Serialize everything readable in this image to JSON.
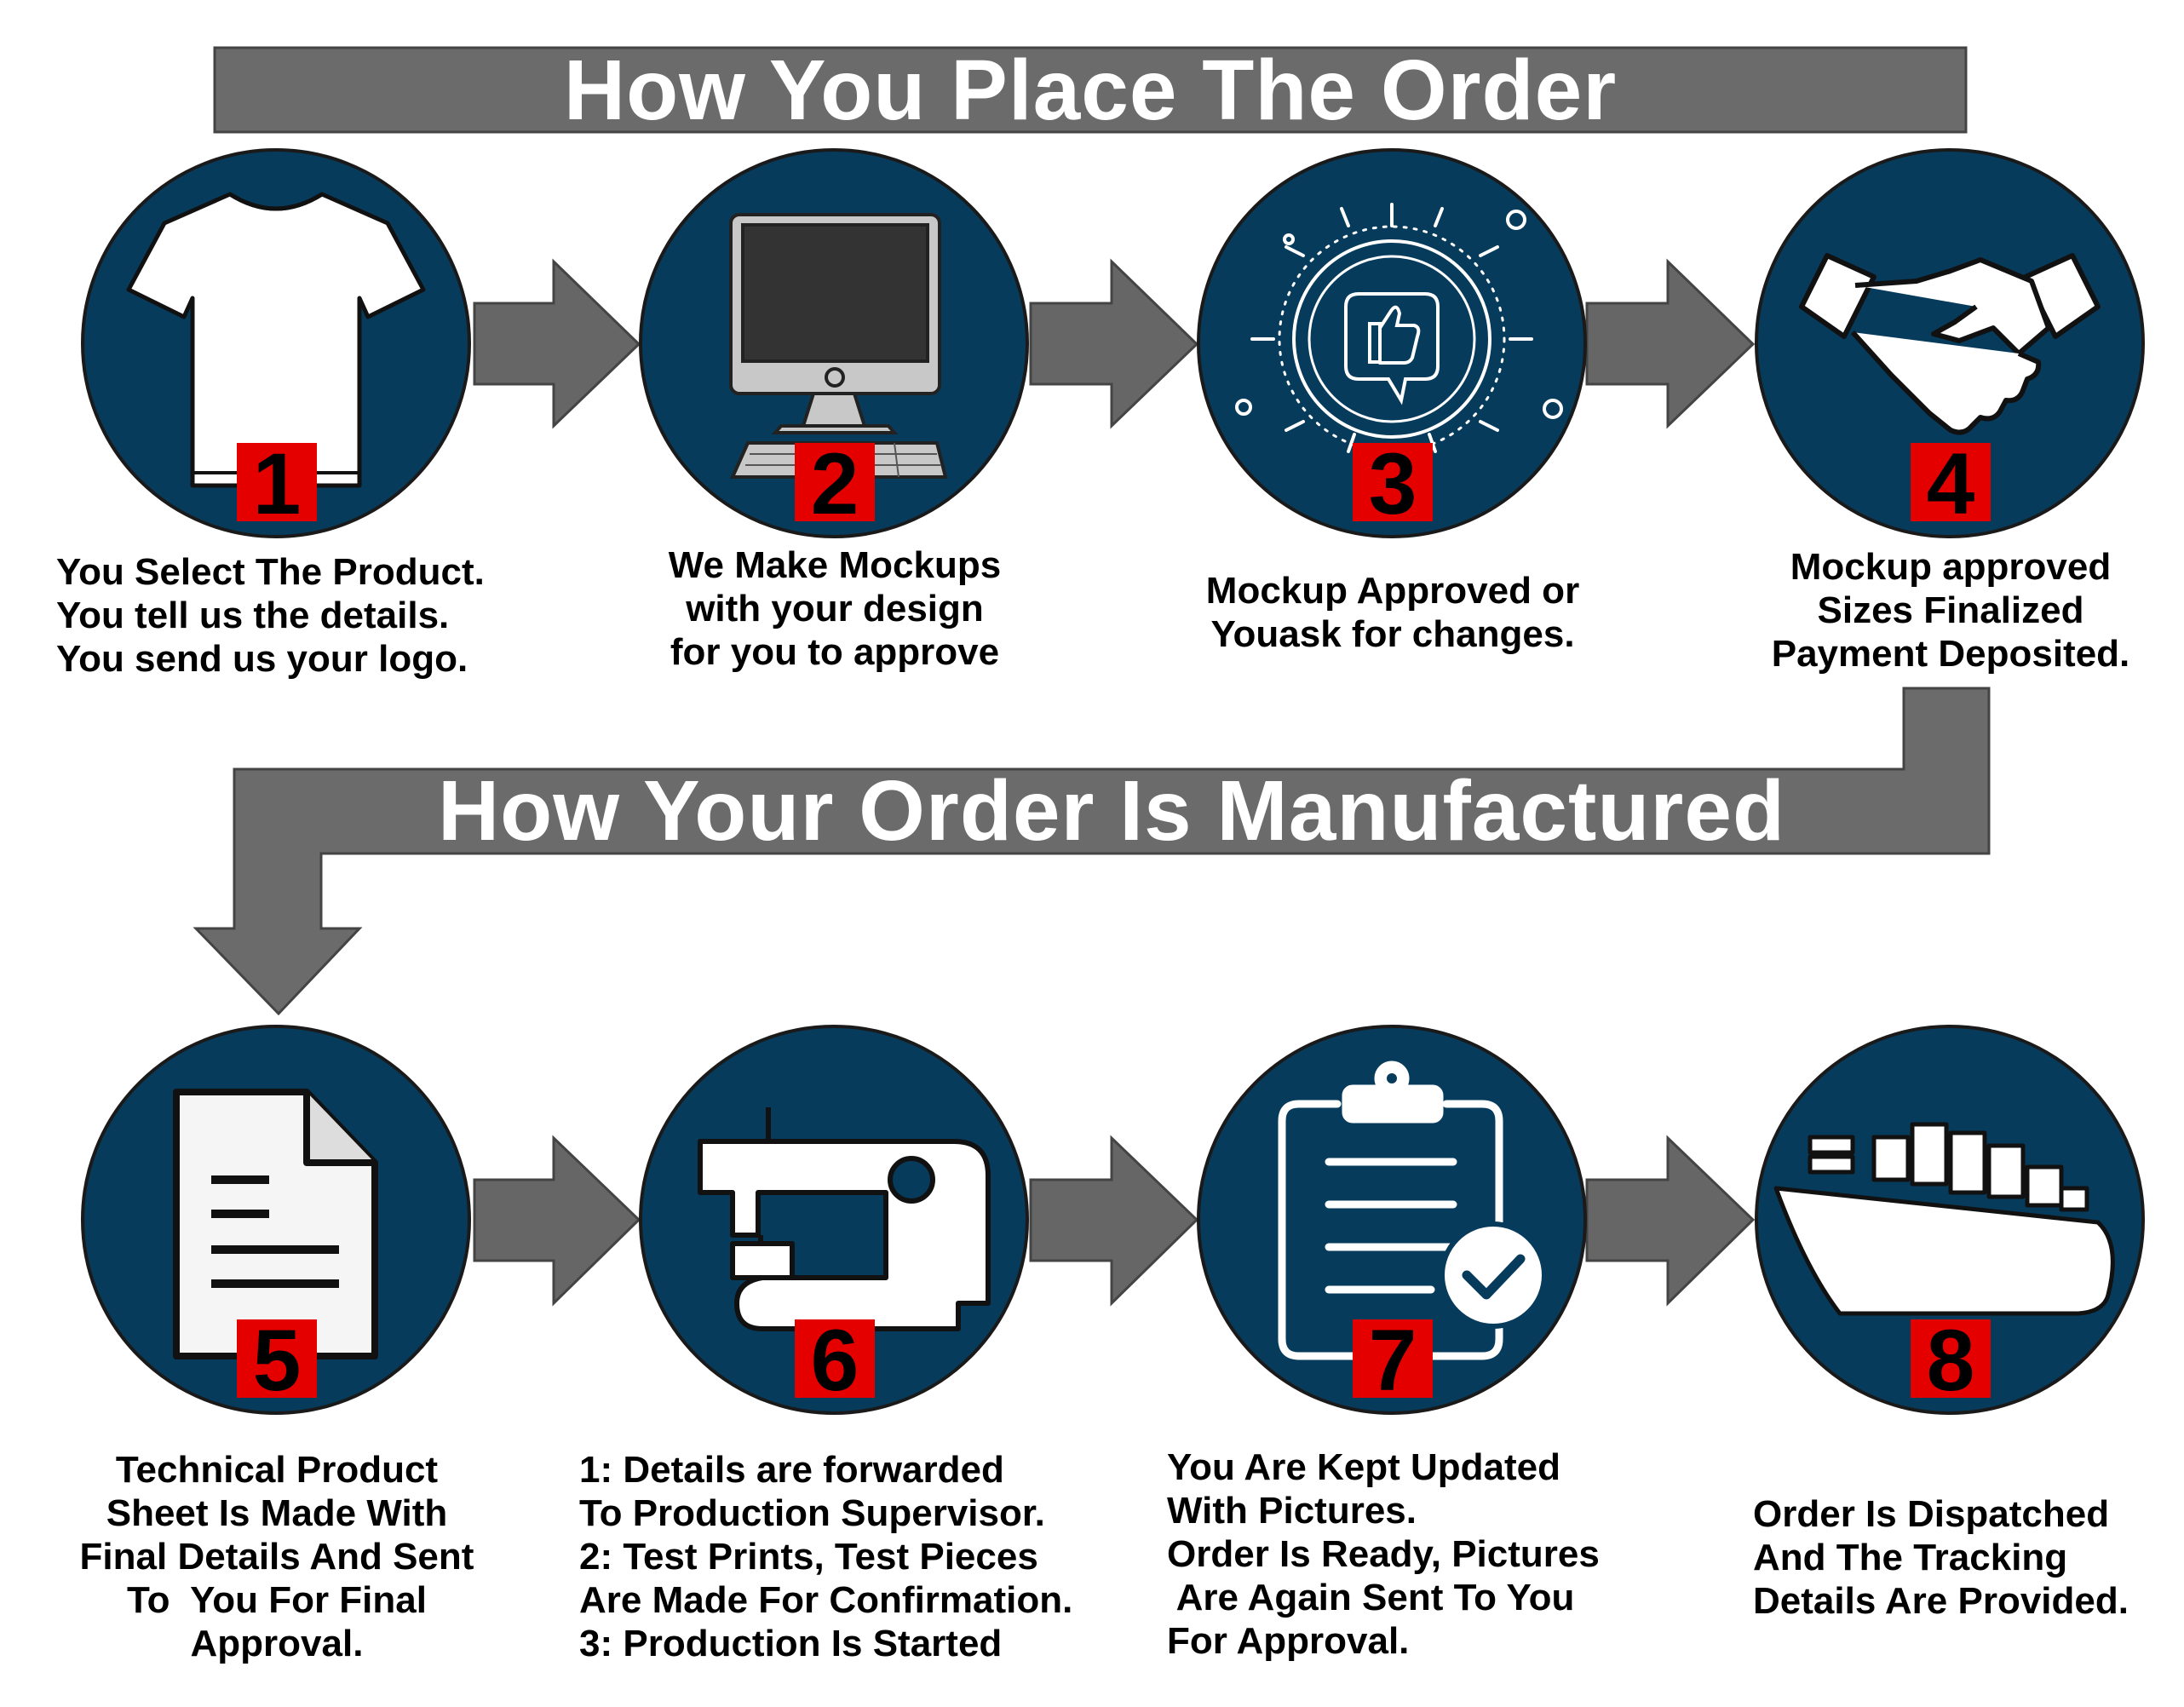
{
  "sections": {
    "top_title": "How You Place The Order",
    "bottom_title": "How Your Order Is Manufactured"
  },
  "colors": {
    "circle_fill": "#073b5c",
    "banner_fill": "#6b6b6b",
    "arrow_fill": "#666666",
    "badge_fill": "#e50000",
    "icon_fill": "#ffffff"
  },
  "steps": [
    {
      "number": "1",
      "icon": "tshirt-icon",
      "lines": [
        "You Select The Product.",
        "You tell us the details.",
        "You send us your logo."
      ]
    },
    {
      "number": "2",
      "icon": "computer-icon",
      "lines": [
        "We Make Mockups",
        "with your design",
        "for you to approve"
      ]
    },
    {
      "number": "3",
      "icon": "thumbs-up-icon",
      "lines": [
        "Mockup Approved or",
        "Youask for changes."
      ]
    },
    {
      "number": "4",
      "icon": "handshake-icon",
      "lines": [
        "Mockup approved",
        "Sizes Finalized",
        "Payment Deposited."
      ]
    },
    {
      "number": "5",
      "icon": "document-icon",
      "lines": [
        "Technical Product",
        "Sheet Is Made With",
        "Final Details And Sent",
        "To  You For Final",
        "Approval."
      ]
    },
    {
      "number": "6",
      "icon": "sewing-machine-icon",
      "lines": [
        "1: Details are forwarded",
        "To Production Supervisor.",
        "2: Test Prints, Test Pieces",
        "Are Made For Confirmation.",
        "3: Production Is Started"
      ]
    },
    {
      "number": "7",
      "icon": "clipboard-check-icon",
      "lines": [
        "You Are Kept Updated",
        "With Pictures.",
        "Order Is Ready, Pictures",
        " Are Again Sent To You",
        "For Approval."
      ]
    },
    {
      "number": "8",
      "icon": "cargo-ship-icon",
      "lines": [
        "Order Is Dispatched",
        "And The Tracking",
        "Details Are Provided."
      ]
    }
  ]
}
